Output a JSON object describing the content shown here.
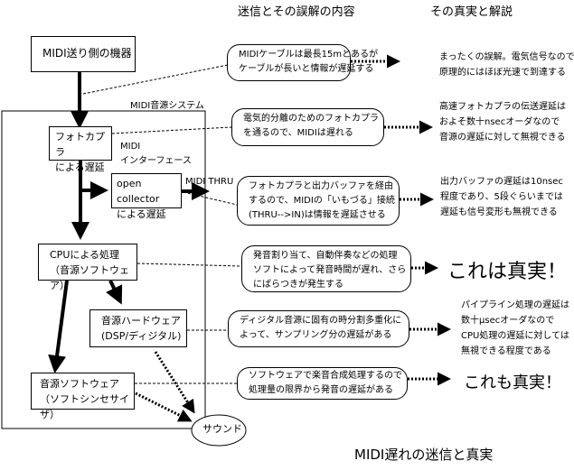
{
  "headers": {
    "myth": "迷信とその誤解の内容",
    "truth": "その真実と解説"
  },
  "title": "MIDI遅れの迷信と真実",
  "system_label": "MIDI音源システム",
  "interface_label": [
    "MIDI",
    "インターフェース"
  ],
  "thru_label": "MIDI THRU",
  "nodes": {
    "sender": [
      "MIDI送り側の機器"
    ],
    "photocoupler": [
      "フォトカプラ",
      "による遅延"
    ],
    "open_collector": [
      "open collector",
      "による遅延"
    ],
    "cpu": [
      "CPUによる処理",
      "（音源ソフトウェア）"
    ],
    "hardware": [
      "音源ハードウェア",
      "(DSP/ディジタル)"
    ],
    "software": [
      "音源ソフトウェア",
      "（ソフトシンセサイザ）"
    ],
    "sound": "サウンド"
  },
  "myths": [
    [
      "MIDIケーブルは最長15mとあるが",
      "ケーブルが長いと情報が遅延する"
    ],
    [
      "電気的分離のためのフォトカプラ",
      "を通るので、MIDIは遅れる"
    ],
    [
      "フォトカプラと出力バッファを経由",
      "するので、MIDIの「いもづる」接続",
      "(THRU-->IN)は情報を遅延させる"
    ],
    [
      "発音割り当て、自動伴奏などの処理",
      "ソフトによって発音時間が遅れ、さら",
      "にばらつきが発生する"
    ],
    [
      "ディジタル音源に固有の時分割多重化に",
      "よって、サンプリング分の遅延がある"
    ],
    [
      "ソフトウェアで楽音合成処理するので",
      "処理量の限界から発音の遅延がある"
    ]
  ],
  "truths": [
    [
      "まったくの誤解。電気信号なので",
      "原理的にはほぼ光速で到達する"
    ],
    [
      "高速フォトカプラの伝送遅延は",
      "およそ数十nsecオーダなので",
      "音源の遅延に対して無視できる"
    ],
    [
      "出力バッファの遅延は10nsec",
      "程度であり、5段ぐらいまでは",
      "遅延も信号変形も無視できる"
    ],
    [
      "これは真実！"
    ],
    [
      "パイプライン処理の遅延は",
      "数十μsecオーダなので",
      "CPU処理の遅延に対しては",
      "無視できる程度である"
    ],
    [
      "これも真実！"
    ]
  ]
}
